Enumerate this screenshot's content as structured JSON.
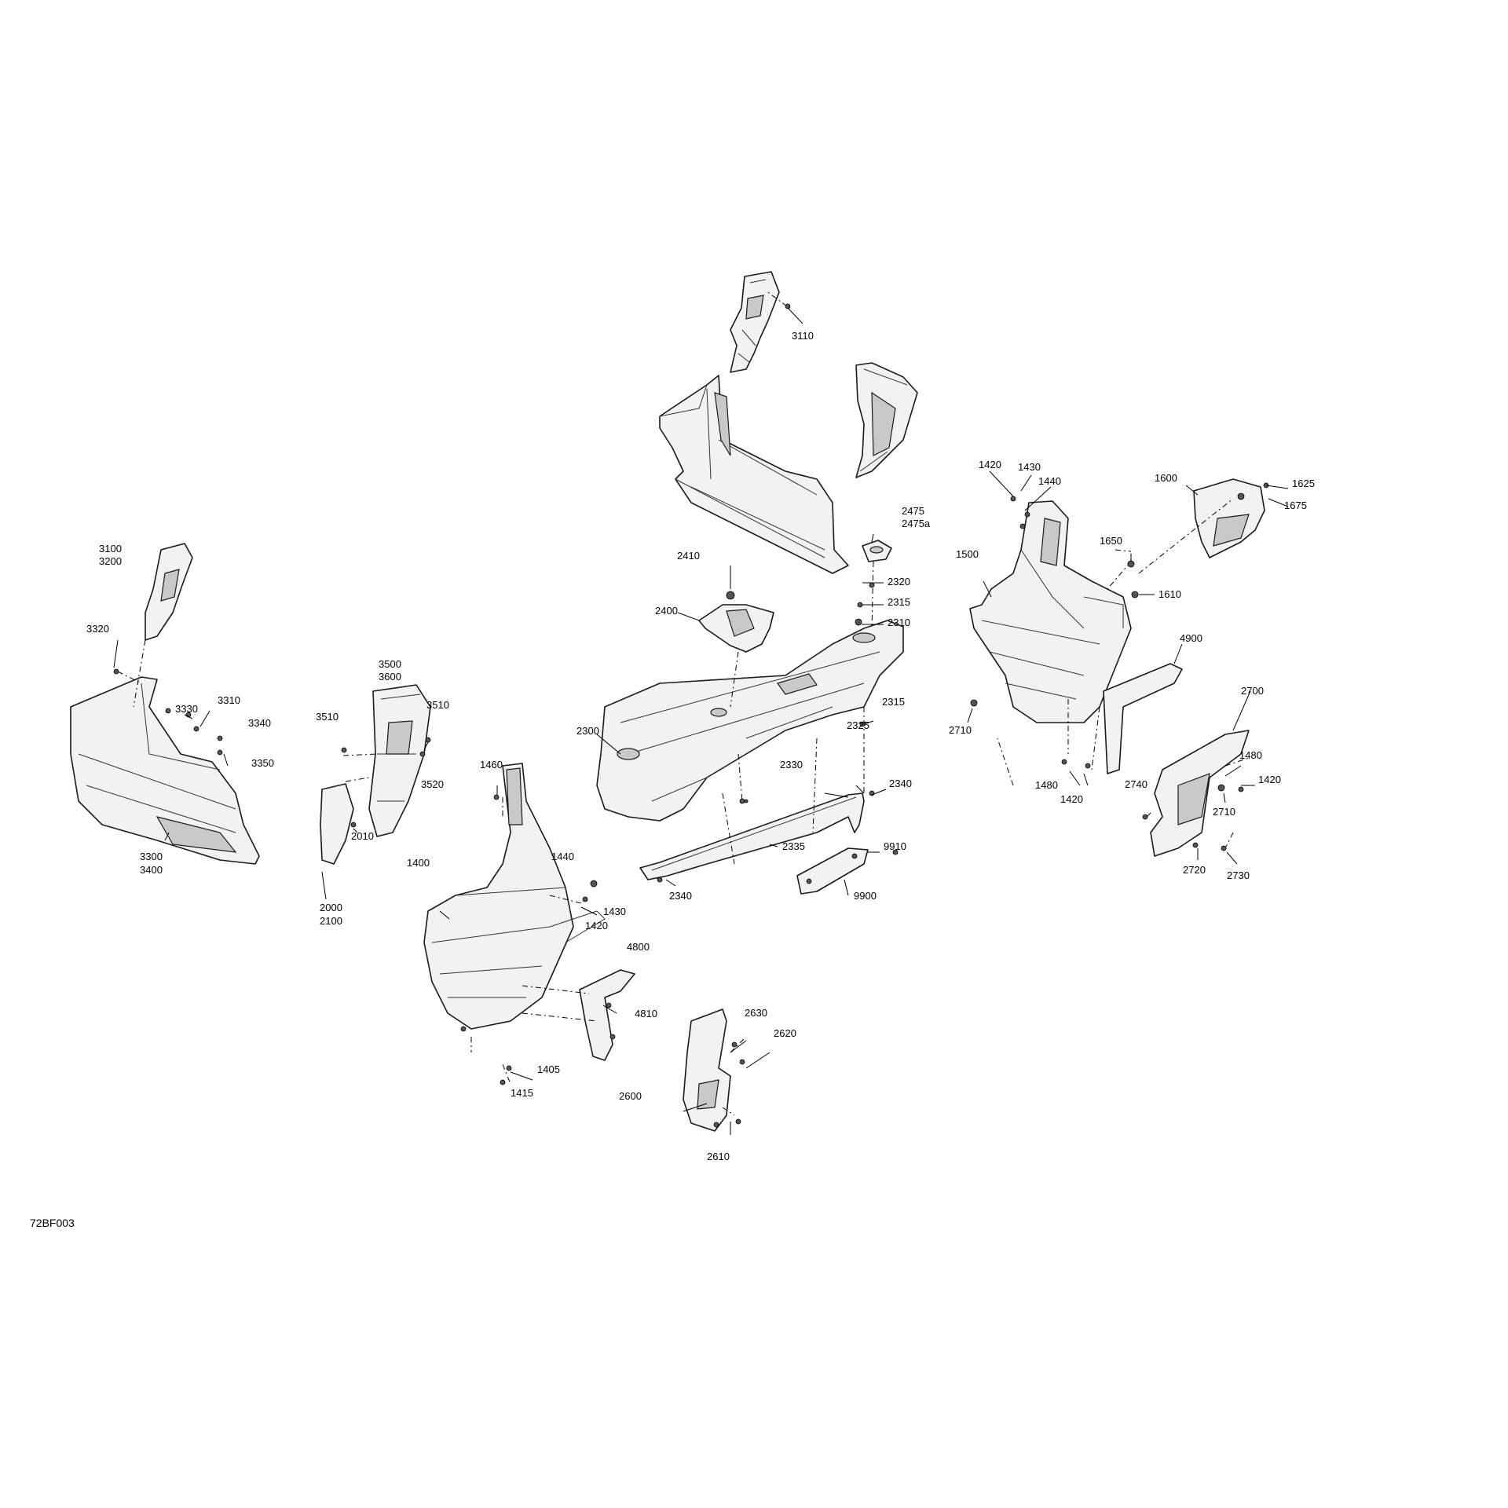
{
  "figure_code": "72BF003",
  "callouts": {
    "c3110": "3110",
    "c3100": "3100",
    "c3200": "3200",
    "c3320": "3320",
    "c3330": "3330",
    "c3310": "3310",
    "c3340": "3340",
    "c3350": "3350",
    "c3300": "3300",
    "c3400": "3400",
    "c3500": "3500",
    "c3600": "3600",
    "c3510a": "3510",
    "c3510b": "3510",
    "c3520": "3520",
    "c2010": "2010",
    "c2000": "2000",
    "c2100": "2100",
    "c1460": "1460",
    "c1400": "1400",
    "c1440a": "1440",
    "c1430a": "1430",
    "c1420a": "1420",
    "c1405": "1405",
    "c1415": "1415",
    "c4800": "4800",
    "c4810": "4810",
    "c2630": "2630",
    "c2620": "2620",
    "c2600": "2600",
    "c2610": "2610",
    "c2410": "2410",
    "c2400": "2400",
    "c2300": "2300",
    "c2475": "2475",
    "c2475a": "2475a",
    "c2320": "2320",
    "c2315a": "2315",
    "c2310": "2310",
    "c2315b": "2315",
    "c2325": "2325",
    "c2330": "2330",
    "c2340a": "2340",
    "c2335": "2335",
    "c2340b": "2340",
    "c9910": "9910",
    "c9900": "9900",
    "c1420b": "1420",
    "c1430b": "1430",
    "c1440b": "1440",
    "c1500": "1500",
    "c1600": "1600",
    "c1625": "1625",
    "c1675": "1675",
    "c1650": "1650",
    "c1610": "1610",
    "c4900": "4900",
    "c2710a": "2710",
    "c1480a": "1480",
    "c1420c": "1420",
    "c2700": "2700",
    "c1480b": "1480",
    "c1420d": "1420",
    "c2740": "2740",
    "c2710b": "2710",
    "c2720": "2720",
    "c2730": "2730"
  }
}
